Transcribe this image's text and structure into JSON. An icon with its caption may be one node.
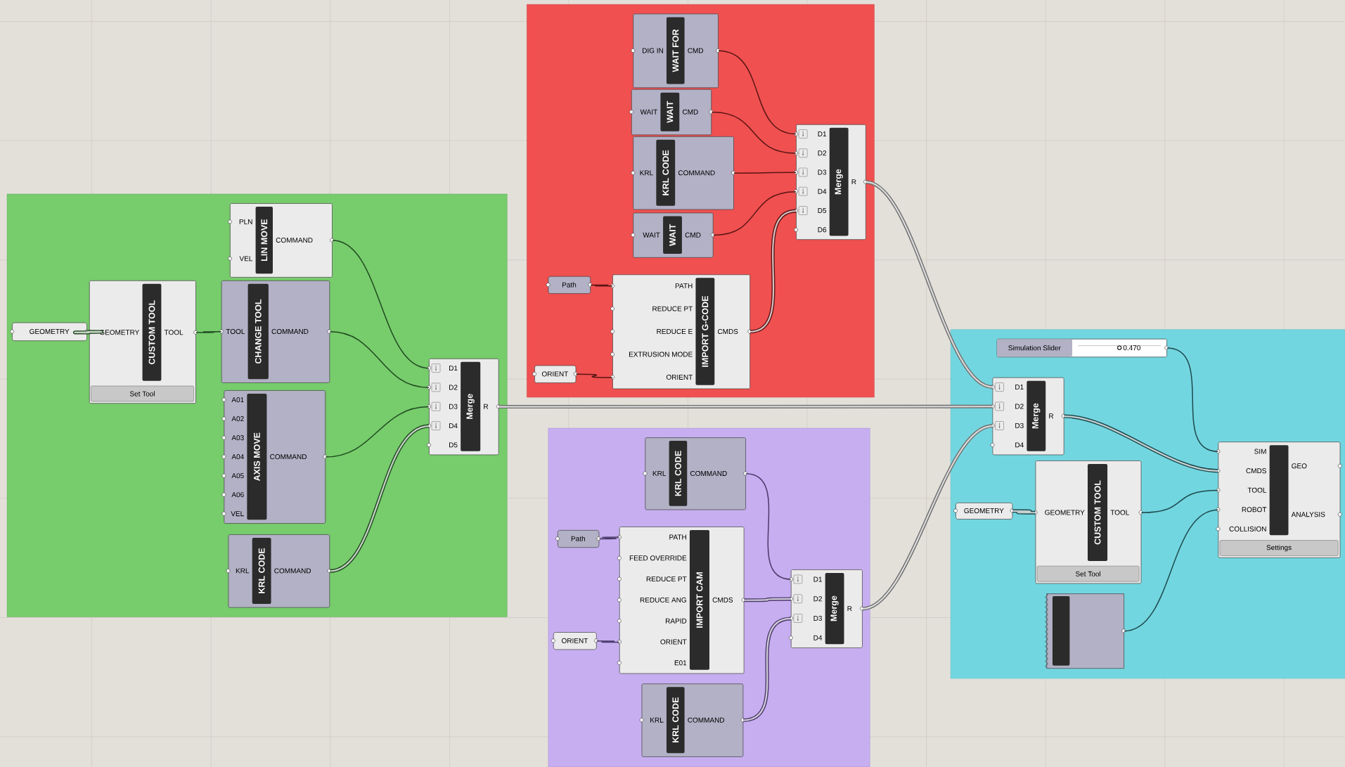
{
  "diagram": {
    "nodes": [
      {
        "text": [],
        "shape": "box"
      },
      {
        "text": [
          "GEOMETRY"
        ],
        "in": 0
      },
      {
        "text": [
          "CUSTOM TOOL",
          "GEOMETRY",
          "TOOL",
          "Set Tool"
        ],
        "in": 0
      },
      {
        "text": [
          "LIN MOVE",
          "PLN",
          "VEL",
          "COMMAND"
        ],
        "in": 0
      },
      {
        "text": [
          "CHANGE TOOL",
          "TOOL",
          "COMMAND"
        ],
        "in": 0
      },
      {
        "text": [
          "AXIS MOVE",
          "A01",
          "A02",
          "A03",
          "A04",
          "A05",
          "A06",
          "VEL",
          "COMMAND"
        ],
        "in": 0
      },
      {
        "text": [
          "KRL CODE",
          "KRL",
          "COMMAND"
        ],
        "in": 0
      },
      {
        "text": [
          "Merge",
          "D1",
          "D2",
          "D3",
          "D4",
          "D5",
          "R"
        ],
        "in": 0
      },
      {
        "text": [],
        "shape": "box"
      },
      {
        "text": [
          "WAIT FOR",
          "DIG IN",
          "CMD"
        ],
        "in": 8
      },
      {
        "text": [
          "WAIT",
          "WAIT",
          "CMD"
        ],
        "in": 8
      },
      {
        "text": [
          "KRL CODE",
          "KRL",
          "COMMAND"
        ],
        "in": 8
      },
      {
        "text": [
          "WAIT",
          "WAIT",
          "CMD"
        ],
        "in": 8
      },
      {
        "text": [
          "Merge",
          "D1",
          "D2",
          "D3",
          "D4",
          "D5",
          "D6",
          "R"
        ],
        "in": 8
      },
      {
        "text": [
          "Path"
        ],
        "in": 8
      },
      {
        "text": [
          "ORIENT"
        ],
        "in": 8
      },
      {
        "text": [
          "IMPORT G-CODE",
          "PATH",
          "REDUCE PT",
          "REDUCE E",
          "EXTRUSION MODE",
          "ORIENT",
          "CMDS"
        ],
        "in": 8
      },
      {
        "text": [],
        "shape": "box"
      },
      {
        "text": [
          "KRL CODE",
          "KRL",
          "COMMAND"
        ],
        "in": 17
      },
      {
        "text": [
          "Path"
        ],
        "in": 17
      },
      {
        "text": [
          "IMPORT CAM",
          "PATH",
          "FEED OVERRIDE",
          "REDUCE PT",
          "REDUCE ANG",
          "RAPID",
          "ORIENT",
          "E01",
          "CMDS"
        ],
        "in": 17
      },
      {
        "text": [
          "ORIENT"
        ],
        "in": 17
      },
      {
        "text": [
          "KRL CODE",
          "KRL",
          "COMMAND"
        ],
        "in": 17
      },
      {
        "text": [
          "Merge",
          "D1",
          "D2",
          "D3",
          "D4",
          "R"
        ],
        "in": 17
      },
      {
        "text": [],
        "shape": "box"
      },
      {
        "text": [
          "Simulation Slider",
          "0.470"
        ],
        "in": 24
      },
      {
        "text": [
          "Merge",
          "D1",
          "D2",
          "D3",
          "D4",
          "R"
        ],
        "in": 24
      },
      {
        "text": [
          "GEOMETRY"
        ],
        "in": 24
      },
      {
        "text": [
          "CUSTOM TOOL",
          "GEOMETRY",
          "TOOL",
          "Set Tool"
        ],
        "in": 24
      },
      {
        "text": [
          "SIM",
          "CMDS",
          "TOOL",
          "ROBOT",
          "COLLISION",
          "GEO",
          "ANALYSIS",
          "Settings"
        ],
        "in": 24
      },
      {
        "text": [],
        "shape": "box",
        "in": 24
      }
    ],
    "edges": [
      {
        "from": 1,
        "to": 2,
        "arrow": "none",
        "style": "thick",
        "color": "#1f4a1f"
      },
      {
        "from": 2,
        "to": 4,
        "arrow": "none",
        "color": "#1f4a1f"
      },
      {
        "from": 3,
        "to": 7,
        "arrow": "none",
        "color": "#1f4a1f"
      },
      {
        "from": 4,
        "to": 7,
        "arrow": "none",
        "color": "#1f4a1f"
      },
      {
        "from": 5,
        "to": 7,
        "arrow": "none",
        "color": "#1f4a1f"
      },
      {
        "from": 6,
        "to": 7,
        "arrow": "none",
        "style": "thick",
        "color": "#1f4a1f"
      },
      {
        "from": 9,
        "to": 13,
        "arrow": "none",
        "color": "#5a1414"
      },
      {
        "from": 10,
        "to": 13,
        "arrow": "none",
        "color": "#5a1414"
      },
      {
        "from": 11,
        "to": 13,
        "arrow": "none",
        "color": "#5a1414"
      },
      {
        "from": 12,
        "to": 13,
        "arrow": "none",
        "color": "#5a1414"
      },
      {
        "from": 16,
        "to": 13,
        "arrow": "none",
        "style": "thick",
        "color": "#5a1414"
      },
      {
        "from": 14,
        "to": 16,
        "arrow": "none",
        "color": "#5a1414"
      },
      {
        "from": 15,
        "to": 16,
        "arrow": "none",
        "color": "#5a1414"
      },
      {
        "from": 18,
        "to": 23,
        "arrow": "none",
        "color": "#4b3a6b"
      },
      {
        "from": 20,
        "to": 23,
        "arrow": "none",
        "style": "thick",
        "color": "#4b3a6b"
      },
      {
        "from": 22,
        "to": 23,
        "arrow": "none",
        "style": "thick",
        "color": "#4b3a6b"
      },
      {
        "from": 19,
        "to": 20,
        "arrow": "none",
        "color": "#4b3a6b"
      },
      {
        "from": 21,
        "to": 20,
        "arrow": "none",
        "color": "#4b3a6b"
      },
      {
        "from": 13,
        "to": 26,
        "arrow": "none",
        "style": "thick",
        "color": "#6e6e6e"
      },
      {
        "from": 7,
        "to": 26,
        "arrow": "none",
        "style": "thick",
        "color": "#6e6e6e"
      },
      {
        "from": 23,
        "to": 26,
        "arrow": "none",
        "style": "thick",
        "color": "#6e6e6e"
      },
      {
        "from": 25,
        "to": 29,
        "arrow": "none",
        "color": "#1e4a4e"
      },
      {
        "from": 26,
        "to": 29,
        "arrow": "none",
        "style": "thick",
        "color": "#1e4a4e"
      },
      {
        "from": 27,
        "to": 28,
        "arrow": "none",
        "style": "thick",
        "color": "#1e4a4e"
      },
      {
        "from": 28,
        "to": 29,
        "arrow": "none",
        "color": "#1e4a4e"
      },
      {
        "from": 30,
        "to": 29,
        "arrow": "none",
        "color": "#1e4a4e"
      }
    ]
  }
}
